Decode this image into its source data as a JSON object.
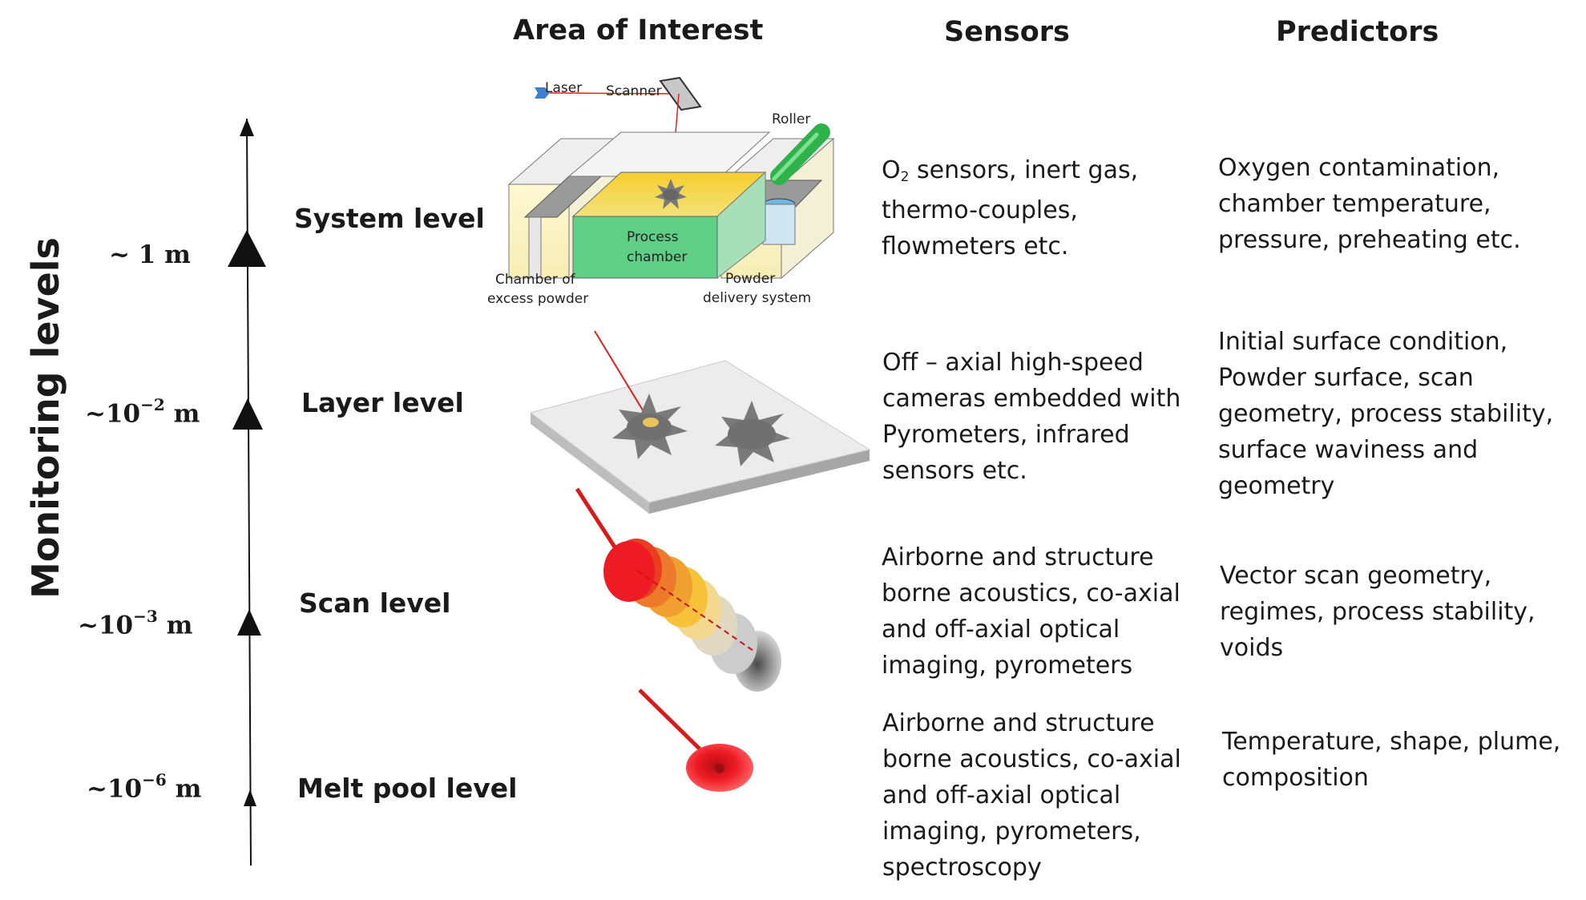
{
  "headers": {
    "area": "Area of Interest",
    "sensors": "Sensors",
    "predictors": "Predictors"
  },
  "axis": {
    "title": "Monitoring levels"
  },
  "levels": [
    {
      "name": "System level",
      "scale_text": "~ 1 m",
      "sensors": [
        "O2 sensors, inert gas,",
        "thermo-couples,",
        "flowmeters etc."
      ],
      "predictors": [
        "Oxygen contamination,",
        "chamber temperature,",
        "pressure, preheating etc."
      ]
    },
    {
      "name": "Layer level",
      "scale_prefix": "~10",
      "scale_exp": "−2",
      "scale_unit": "m",
      "sensors": [
        "Off – axial high-speed",
        "cameras embedded with",
        "Pyrometers, infrared",
        "sensors etc."
      ],
      "predictors": [
        "Initial surface condition,",
        "Powder surface, scan",
        "geometry, process stability,",
        "surface waviness and",
        "geometry"
      ]
    },
    {
      "name": "Scan level",
      "scale_prefix": "~10",
      "scale_exp": "−3",
      "scale_unit": "m",
      "sensors": [
        "Airborne and structure",
        "borne acoustics, co-axial",
        "and off-axial optical",
        "imaging, pyrometers"
      ],
      "predictors": [
        "Vector scan geometry,",
        "regimes, process stability,",
        "voids"
      ]
    },
    {
      "name": "Melt pool level",
      "scale_prefix": "~10",
      "scale_exp": "−6",
      "scale_unit": "m",
      "sensors": [
        "Airborne and structure",
        "borne acoustics, co-axial",
        "and off-axial optical",
        "imaging, pyrometers,",
        "spectroscopy"
      ],
      "predictors": [
        "Temperature, shape, plume,",
        "composition"
      ]
    }
  ],
  "system_diagram": {
    "laser": "Laser",
    "scanner": "Scanner",
    "roller": "Roller",
    "process_chamber": [
      "Process",
      "chamber"
    ],
    "excess_powder": [
      "Chamber of",
      "excess powder"
    ],
    "powder_delivery": [
      "Powder",
      "delivery system"
    ]
  },
  "colors": {
    "laser_beam": "#e02020",
    "roller": "#2db34a",
    "process_chamber": "#5fcf85",
    "powder_bed": "#f3d63a",
    "plate": "#d9d9d9",
    "spot": "#808080",
    "melt_pool": "#e8101a"
  }
}
